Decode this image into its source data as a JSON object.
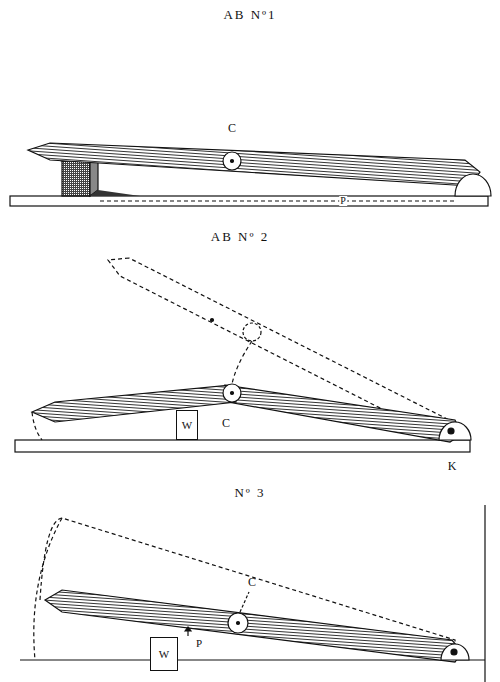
{
  "diagram": {
    "nodes": [
      {
        "text": [
          "W"
        ]
      },
      {
        "text": [
          "W"
        ]
      }
    ],
    "labels": [
      "AB Nº1",
      "C",
      "P",
      "AB Nº 2",
      "C",
      "K",
      "Nº 3",
      "C",
      "P"
    ]
  }
}
